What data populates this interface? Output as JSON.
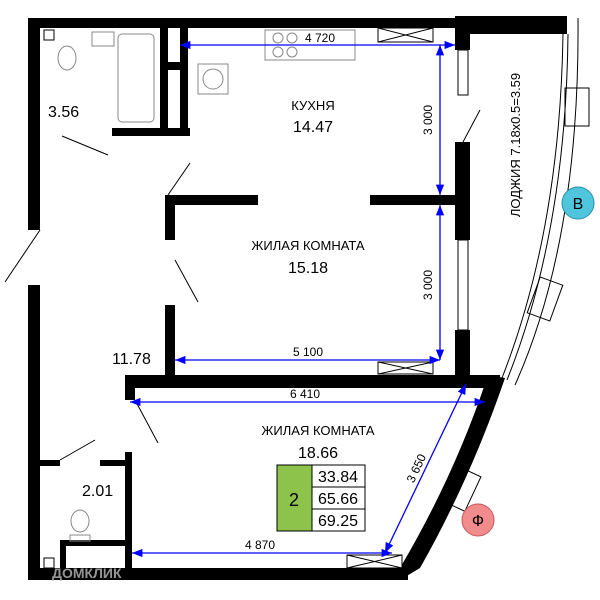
{
  "rooms": {
    "bathroom_top": {
      "area": "3.56"
    },
    "kitchen": {
      "name": "КУХНЯ",
      "area": "14.47"
    },
    "living_room_1": {
      "name": "ЖИЛАЯ КОМНАТА",
      "area": "15.18"
    },
    "hall": {
      "area": "11.78"
    },
    "living_room_2": {
      "name": "ЖИЛАЯ КОМНАТА",
      "area": "18.66"
    },
    "bathroom_bottom": {
      "area": "2.01"
    },
    "loggia": {
      "label": "ЛОДЖИЯ 7.18x0.5=3.59"
    }
  },
  "dimensions": {
    "kitchen_width": "4 720",
    "kitchen_depth": "3 000",
    "room1_depth": "3 000",
    "room1_width": "5 100",
    "room2_width": "6 410",
    "room2_diag": "3 650",
    "room2_bottom": "4 870"
  },
  "summary": {
    "rooms_count": "2",
    "living_area": "33.84",
    "total_area": "65.66",
    "total_with_loggia": "69.25",
    "color": "#8dc34a"
  },
  "markers": {
    "side_b": {
      "label": "В",
      "color": "#4fc6dd"
    },
    "side_f": {
      "label": "Ф",
      "color": "#f28b8b"
    }
  },
  "watermark": "ДОМКЛИК",
  "colors": {
    "dimension": "#0000ff",
    "wall": "#000000"
  }
}
